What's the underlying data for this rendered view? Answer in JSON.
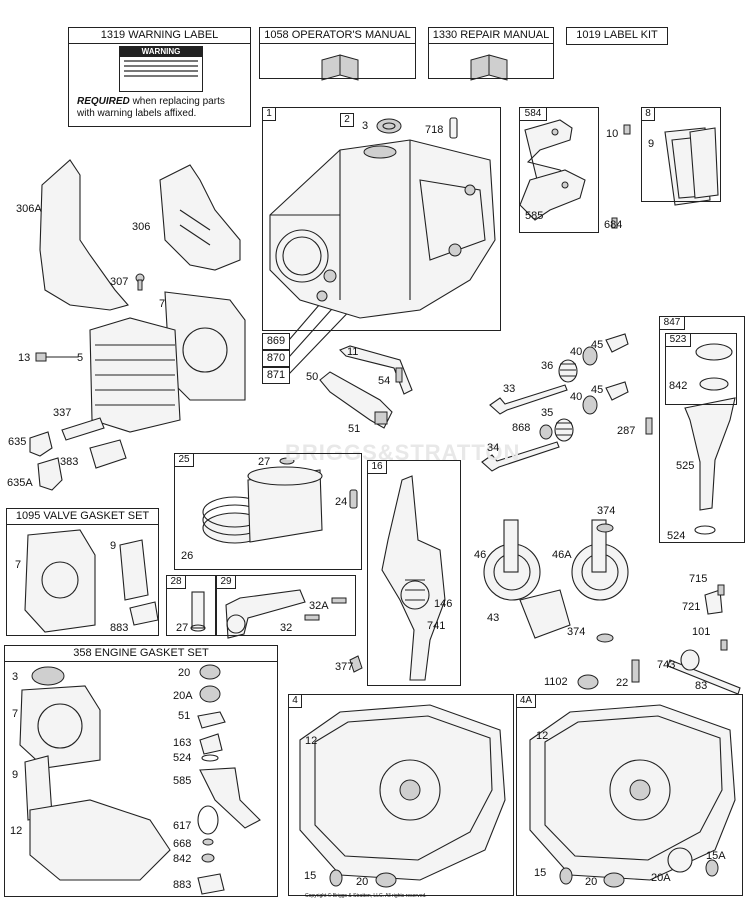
{
  "kits": {
    "warning_label": "1319 WARNING LABEL",
    "operators_manual": "1058 OPERATOR'S MANUAL",
    "repair_manual": "1330 REPAIR MANUAL",
    "label_kit": "1019 LABEL KIT",
    "valve_gasket_set": "1095 VALVE GASKET SET",
    "engine_gasket_set": "358 ENGINE GASKET SET"
  },
  "warning_label": {
    "sticker_title": "WARNING",
    "note_bold": "REQUIRED",
    "note_rest_1": " when replacing parts",
    "note_rest_2": "with warning labels affixed."
  },
  "watermark": "BRIGGS&STRATTON",
  "copyright": "Copyright © Briggs & Stratton, LLC. All rights reserved.",
  "part_numbers": {
    "b1": "1",
    "b2": "2",
    "p3a": "3",
    "p718": "718",
    "b869": "869",
    "b870": "870",
    "b871": "871",
    "b584": "584",
    "p585a": "585",
    "p684": "684",
    "p10": "10",
    "b8": "8",
    "p9a": "9",
    "p306A": "306A",
    "p306": "306",
    "p307": "307",
    "p7a": "7",
    "p13": "13",
    "p5": "5",
    "p337": "337",
    "p635": "635",
    "p383": "383",
    "p635A": "635A",
    "p11": "11",
    "p54": "54",
    "p50": "50",
    "p51a": "51",
    "p36": "36",
    "p40a": "40",
    "p45a": "45",
    "p33": "33",
    "p40b": "40",
    "p45b": "45",
    "p35": "35",
    "p868": "868",
    "p34": "34",
    "p287": "287",
    "b847": "847",
    "b523": "523",
    "p842a": "842",
    "p525": "525",
    "p524a": "524",
    "b25": "25",
    "p27a": "27",
    "p26": "26",
    "p24": "24",
    "b16": "16",
    "p146": "146",
    "p741": "741",
    "p377": "377",
    "p374a": "374",
    "p46": "46",
    "p46A": "46A",
    "p43": "43",
    "p374b": "374",
    "p715": "715",
    "p721": "721",
    "p101": "101",
    "p743": "743",
    "p83": "83",
    "p1102": "1102",
    "p22": "22",
    "p7b": "7",
    "p9b": "9",
    "p883a": "883",
    "b28": "28",
    "p27b": "27",
    "b29": "29",
    "p32A": "32A",
    "p32": "32",
    "p3b": "3",
    "p7c": "7",
    "p9c": "9",
    "p12a": "12",
    "p20a": "20",
    "p20A_a": "20A",
    "p51b": "51",
    "p163": "163",
    "p524b": "524",
    "p585b": "585",
    "p617": "617",
    "p668": "668",
    "p842b": "842",
    "p883b": "883",
    "b4": "4",
    "p12b": "12",
    "p15a": "15",
    "p20b": "20",
    "b4A": "4A",
    "p12c": "12",
    "p15b": "15",
    "p20c": "20",
    "p20A_b": "20A",
    "p15A": "15A"
  }
}
